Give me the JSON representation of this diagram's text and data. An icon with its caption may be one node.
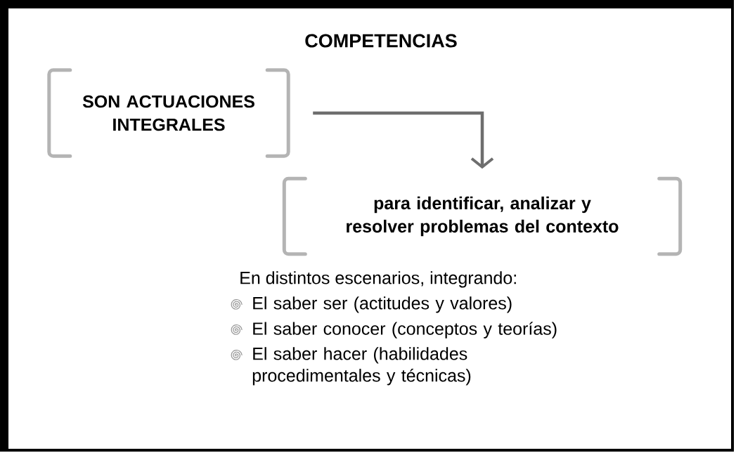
{
  "diagram": {
    "title": "COMPETENCIAS",
    "nodes": [
      {
        "text": [
          "SON ACTUACIONES INTEGRALES"
        ]
      },
      {
        "text": [
          "para identificar, analizar y resolver problemas del contexto"
        ]
      }
    ],
    "edges": [
      {
        "from": 0,
        "to": 1,
        "arrow": "to"
      }
    ],
    "labels": [
      "En distintos escenarios, integrando:",
      "El saber ser (actitudes y valores)",
      "El saber conocer (conceptos y teorías)",
      "El saber hacer (habilidades procedimentales y técnicas)"
    ]
  }
}
